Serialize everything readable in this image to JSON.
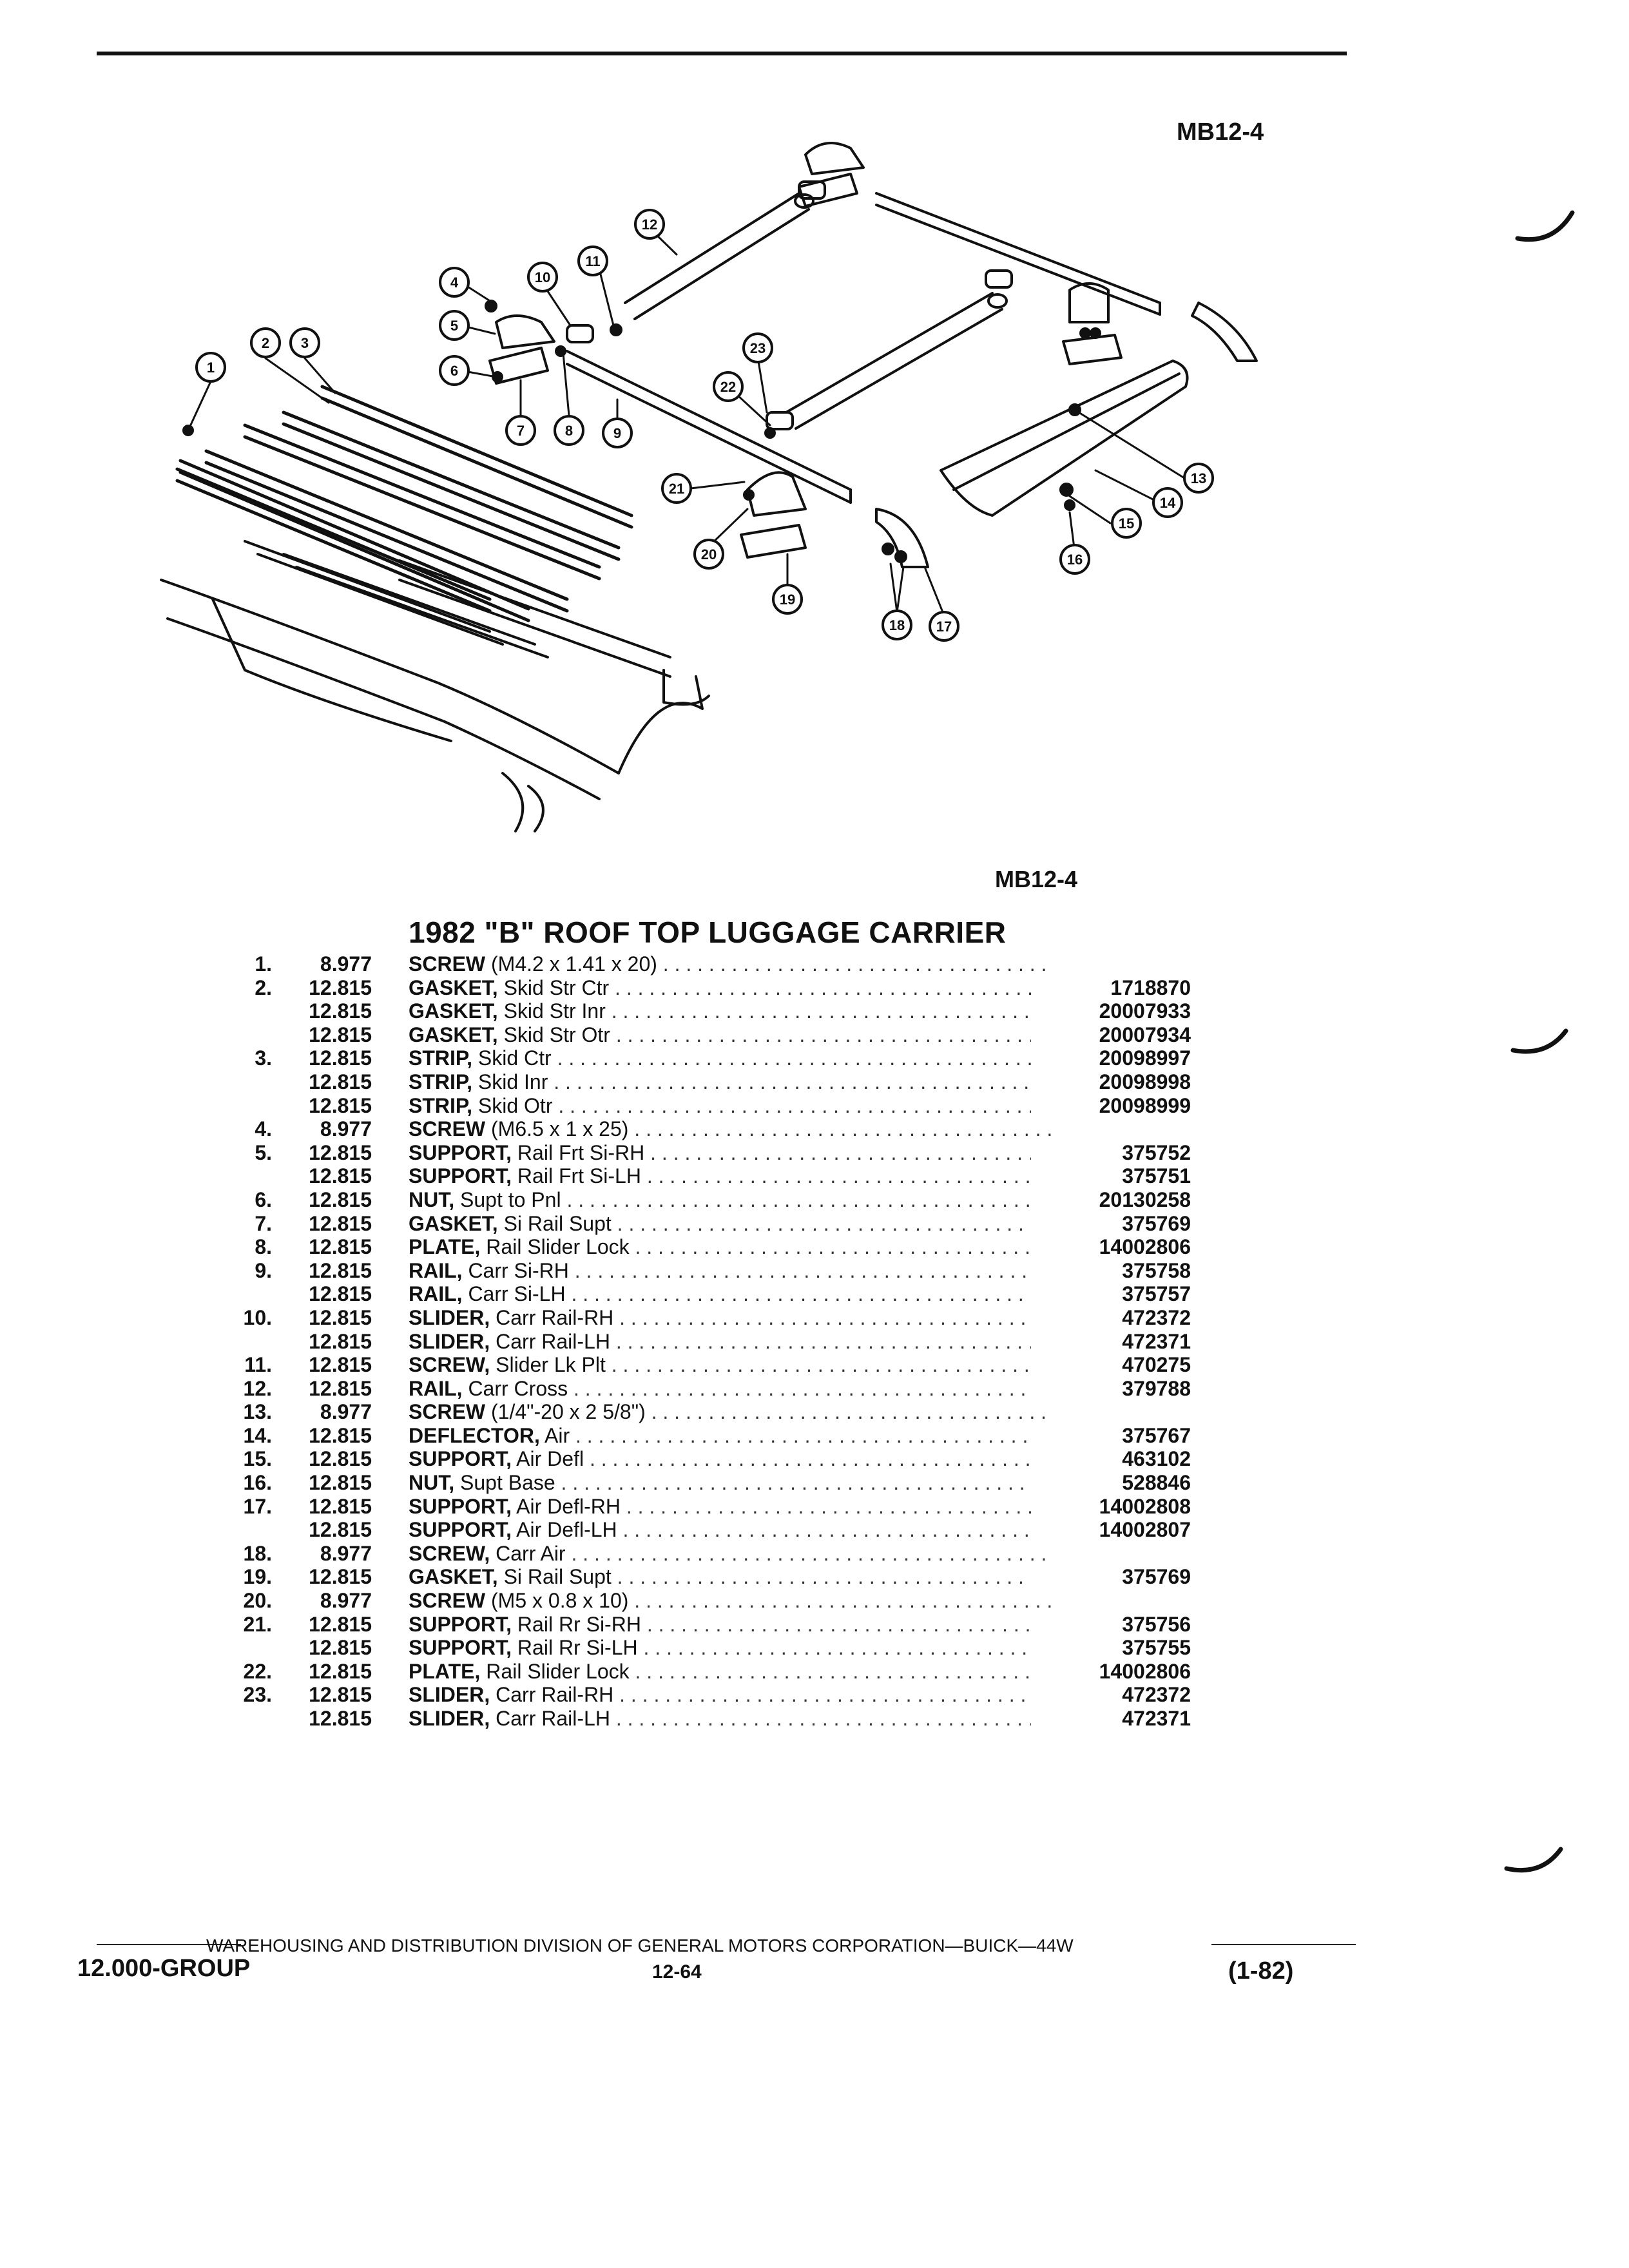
{
  "header": {
    "figure_code": "MB12-4"
  },
  "diagram": {
    "figure_code": "MB12-4",
    "callouts": [
      "1",
      "2",
      "3",
      "4",
      "5",
      "6",
      "7",
      "8",
      "9",
      "10",
      "11",
      "12",
      "13",
      "14",
      "15",
      "16",
      "17",
      "18",
      "19",
      "20",
      "21",
      "22",
      "23"
    ]
  },
  "catalog": {
    "title": "1982 \"B\" ROOF TOP LUGGAGE CARRIER",
    "rows": [
      {
        "no": "1.",
        "group": "8.977",
        "name": "SCREW",
        "detail": " (M4.2 x 1.41 x 20)",
        "part": ""
      },
      {
        "no": "2.",
        "group": "12.815",
        "name": "GASKET,",
        "detail": " Skid Str Ctr",
        "part": "1718870"
      },
      {
        "no": "",
        "group": "12.815",
        "name": "GASKET,",
        "detail": " Skid Str Inr",
        "part": "20007933"
      },
      {
        "no": "",
        "group": "12.815",
        "name": "GASKET,",
        "detail": " Skid Str Otr",
        "part": "20007934"
      },
      {
        "no": "3.",
        "group": "12.815",
        "name": "STRIP,",
        "detail": " Skid Ctr",
        "part": "20098997"
      },
      {
        "no": "",
        "group": "12.815",
        "name": "STRIP,",
        "detail": " Skid Inr",
        "part": "20098998"
      },
      {
        "no": "",
        "group": "12.815",
        "name": "STRIP,",
        "detail": " Skid Otr",
        "part": "20098999"
      },
      {
        "no": "4.",
        "group": "8.977",
        "name": "SCREW",
        "detail": " (M6.5 x 1 x 25)",
        "part": ""
      },
      {
        "no": "5.",
        "group": "12.815",
        "name": "SUPPORT,",
        "detail": " Rail Frt Si-RH",
        "part": "375752"
      },
      {
        "no": "",
        "group": "12.815",
        "name": "SUPPORT,",
        "detail": " Rail Frt Si-LH",
        "part": "375751"
      },
      {
        "no": "6.",
        "group": "12.815",
        "name": "NUT,",
        "detail": " Supt to Pnl",
        "part": "20130258"
      },
      {
        "no": "7.",
        "group": "12.815",
        "name": "GASKET,",
        "detail": " Si Rail Supt",
        "part": "375769"
      },
      {
        "no": "8.",
        "group": "12.815",
        "name": "PLATE,",
        "detail": " Rail Slider Lock",
        "part": "14002806"
      },
      {
        "no": "9.",
        "group": "12.815",
        "name": "RAIL,",
        "detail": " Carr Si-RH",
        "part": "375758"
      },
      {
        "no": "",
        "group": "12.815",
        "name": "RAIL,",
        "detail": " Carr Si-LH",
        "part": "375757"
      },
      {
        "no": "10.",
        "group": "12.815",
        "name": "SLIDER,",
        "detail": " Carr Rail-RH",
        "part": "472372"
      },
      {
        "no": "",
        "group": "12.815",
        "name": "SLIDER,",
        "detail": " Carr Rail-LH",
        "part": "472371"
      },
      {
        "no": "11.",
        "group": "12.815",
        "name": "SCREW,",
        "detail": " Slider Lk Plt",
        "part": "470275"
      },
      {
        "no": "12.",
        "group": "12.815",
        "name": "RAIL,",
        "detail": " Carr Cross",
        "part": "379788"
      },
      {
        "no": "13.",
        "group": "8.977",
        "name": "SCREW",
        "detail": " (1/4\"-20 x 2 5/8\")",
        "part": ""
      },
      {
        "no": "14.",
        "group": "12.815",
        "name": "DEFLECTOR,",
        "detail": " Air",
        "part": "375767"
      },
      {
        "no": "15.",
        "group": "12.815",
        "name": "SUPPORT,",
        "detail": " Air Defl",
        "part": "463102"
      },
      {
        "no": "16.",
        "group": "12.815",
        "name": "NUT,",
        "detail": " Supt Base",
        "part": "528846"
      },
      {
        "no": "17.",
        "group": "12.815",
        "name": "SUPPORT,",
        "detail": " Air Defl-RH",
        "part": "14002808"
      },
      {
        "no": "",
        "group": "12.815",
        "name": "SUPPORT,",
        "detail": " Air Defl-LH",
        "part": "14002807"
      },
      {
        "no": "18.",
        "group": "8.977",
        "name": "SCREW,",
        "detail": " Carr Air",
        "part": ""
      },
      {
        "no": "19.",
        "group": "12.815",
        "name": "GASKET,",
        "detail": " Si Rail Supt",
        "part": "375769"
      },
      {
        "no": "20.",
        "group": "8.977",
        "name": "SCREW",
        "detail": " (M5 x 0.8 x 10)",
        "part": ""
      },
      {
        "no": "21.",
        "group": "12.815",
        "name": "SUPPORT,",
        "detail": " Rail Rr Si-RH",
        "part": "375756"
      },
      {
        "no": "",
        "group": "12.815",
        "name": "SUPPORT,",
        "detail": " Rail Rr Si-LH",
        "part": "375755"
      },
      {
        "no": "22.",
        "group": "12.815",
        "name": "PLATE,",
        "detail": " Rail Slider Lock",
        "part": "14002806"
      },
      {
        "no": "23.",
        "group": "12.815",
        "name": "SLIDER,",
        "detail": " Carr Rail-RH",
        "part": "472372"
      },
      {
        "no": "",
        "group": "12.815",
        "name": "SLIDER,",
        "detail": " Carr Rail-LH",
        "part": "472371"
      }
    ]
  },
  "footer": {
    "publisher_line": "WAREHOUSING AND DISTRIBUTION  DIVISION OF GENERAL MOTORS CORPORATION—BUICK—44W",
    "group": "12.000-GROUP",
    "page": "12-64",
    "revision": "(1-82)"
  }
}
